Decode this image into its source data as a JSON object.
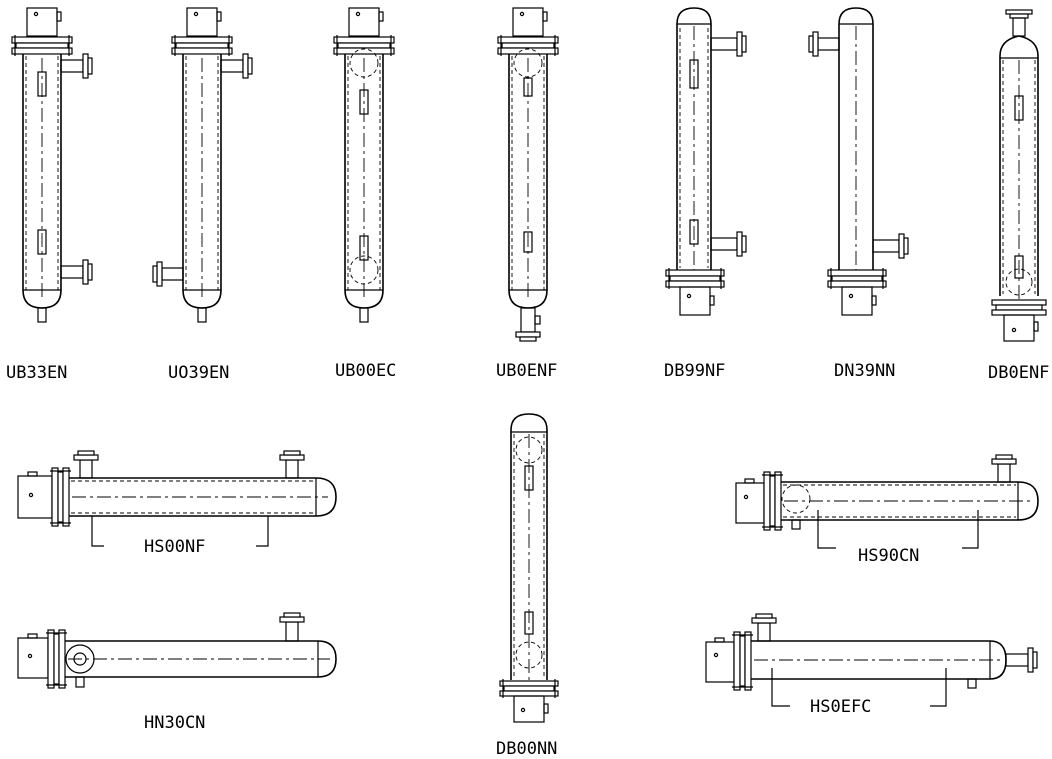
{
  "labels": {
    "ub33en": "UB33EN",
    "uo39en": "UO39EN",
    "ub00ec": "UB00EC",
    "ub0enf": "UB0ENF",
    "db99nf": "DB99NF",
    "dn39nn": "DN39NN",
    "db0enf": "DB0ENF",
    "hs00nf": "HS00NF",
    "hn30cn": "HN30CN",
    "db00nn": "DB00NN",
    "hs90cn": "HS90CN",
    "hs0efc": "HS0EFC"
  }
}
